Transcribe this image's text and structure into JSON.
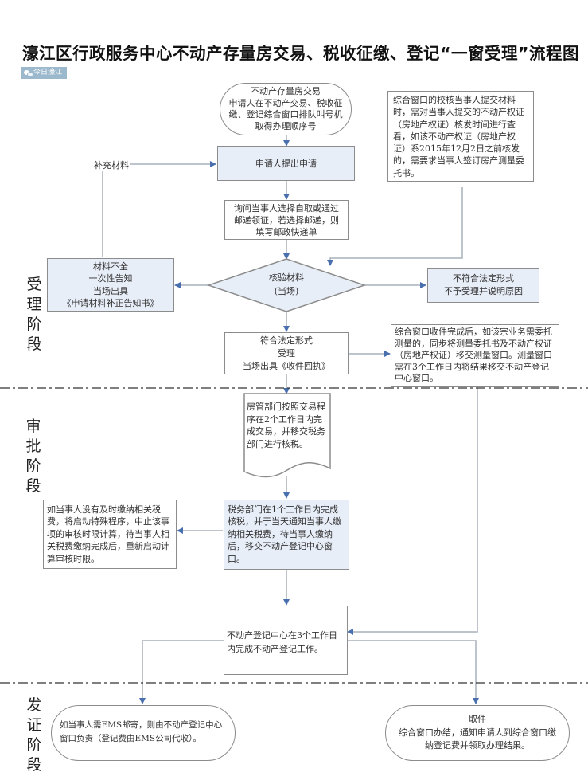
{
  "title": "濠江区行政服务中心不动产存量房交易、税收征缴、登记“一窗受理”流程图",
  "source_badge": {
    "icon": "wechat-icon",
    "label": "今日濠江"
  },
  "stages": {
    "accept": [
      "受",
      "理",
      "阶",
      "段"
    ],
    "review": [
      "审",
      "批",
      "阶",
      "段"
    ],
    "issue": [
      "发",
      "证",
      "阶",
      "段"
    ]
  },
  "nodes": {
    "start": [
      "不动产存量房交易",
      "申请人在不动产交易、税收征",
      "缴、登记综合窗口排队叫号机",
      "取得办理顺序号"
    ],
    "apply": "申请人提出申请",
    "supplement_label": "补充材料",
    "ask_delivery": [
      "询问当事人选择自取或通过",
      "邮递领证，若选择邮递，则",
      "填写邮政快递单"
    ],
    "check_note": "综合窗口的校核当事人提交材料时，需对当事人提交的不动产权证（房地产权证）核发时间进行查看，如该不动产权证（房地产权证）系2015年12月2日之前核发的，需要求当事人签订房产测量委托书。",
    "verify": [
      "核验材料",
      "(当场)"
    ],
    "incomplete": [
      "材料不全",
      "一次性告知",
      "当场出具",
      "《申请材料补正告知书》"
    ],
    "reject": [
      "不符合法定形式",
      "不予受理并说明原因"
    ],
    "accepted": [
      "符合法定形式",
      "受理",
      "当场出具《收件回执》"
    ],
    "survey_note": "综合窗口收件完成后，如该宗业务需委托测量的，同步将测量委托书及不动产权证（房地产权证）移交测量窗口。测量窗口需在3个工作日内将结果移交不动产登记中心窗口。",
    "housing_dept": "房管部门按照交易程序在2个工作日内完成交易，并移交税务部门进行核税。",
    "tax_dept": "税务部门在1个工作日内完成核税，并于当天通知当事人缴纳相关税费，待当事人缴纳后，移交不动产登记中心窗口。",
    "tax_overdue": "如当事人没有及时缴纳相关税费，将启动特殊程序，中止该事项的审核时限计算，待当事人相关税费缴纳完成后，重新启动计算审核时限。",
    "registration": "不动产登记中心在3个工作日内完成不动产登记工作。",
    "ems": "如当事人需EMS邮寄，则由不动产登记中心窗口负责（登记费由EMS公司代收）。",
    "pickup": [
      "取件",
      "综合窗口办结，通知申请人到综合窗口缴",
      "纳登记费并领取办理结果。"
    ]
  },
  "colors": {
    "arrow": "#4a6fae",
    "line": "#a8b0bb",
    "box_fill_blue": "#e8eef8",
    "border": "#8c8c8c",
    "divider": "#333333"
  }
}
